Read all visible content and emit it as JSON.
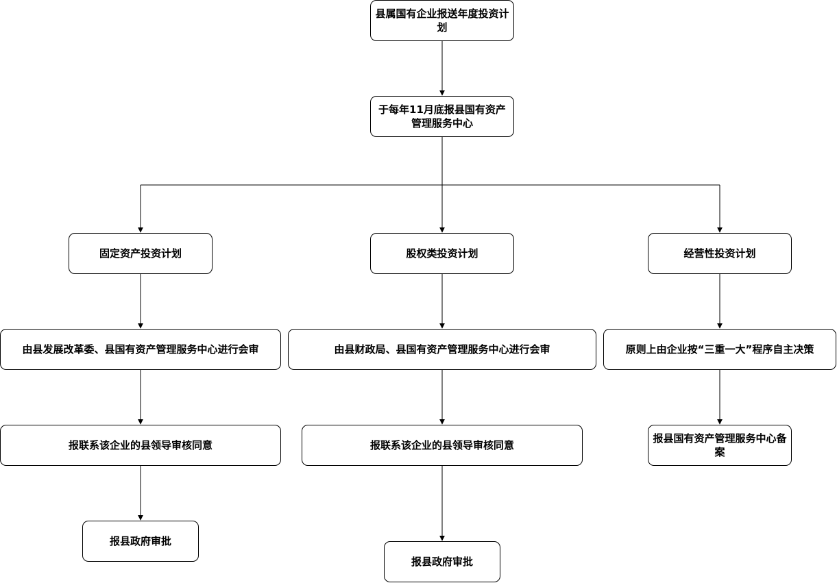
{
  "nodes": {
    "n1": "县属国有企业报送年度投资计划",
    "n2": "于每年11月底报县国有资产管理服务中心",
    "fixed": "固定资产投资计划",
    "equity": "股权类投资计划",
    "operating": "经营性投资计划",
    "fixed_review": "由县发展改革委、县国有资产管理服务中心进行会审",
    "equity_review": "由县财政局、县国有资产管理服务中心进行会审",
    "operating_decide": "原则上由企业按“三重一大”程序自主决策",
    "fixed_leader": "报联系该企业的县领导审核同意",
    "equity_leader": "报联系该企业的县领导审核同意",
    "operating_file": "报县国有资产管理服务中心备案",
    "fixed_gov": "报县政府审批",
    "equity_gov": "报县政府审批"
  },
  "colors": {
    "stroke": "#000000",
    "fill": "#ffffff"
  }
}
